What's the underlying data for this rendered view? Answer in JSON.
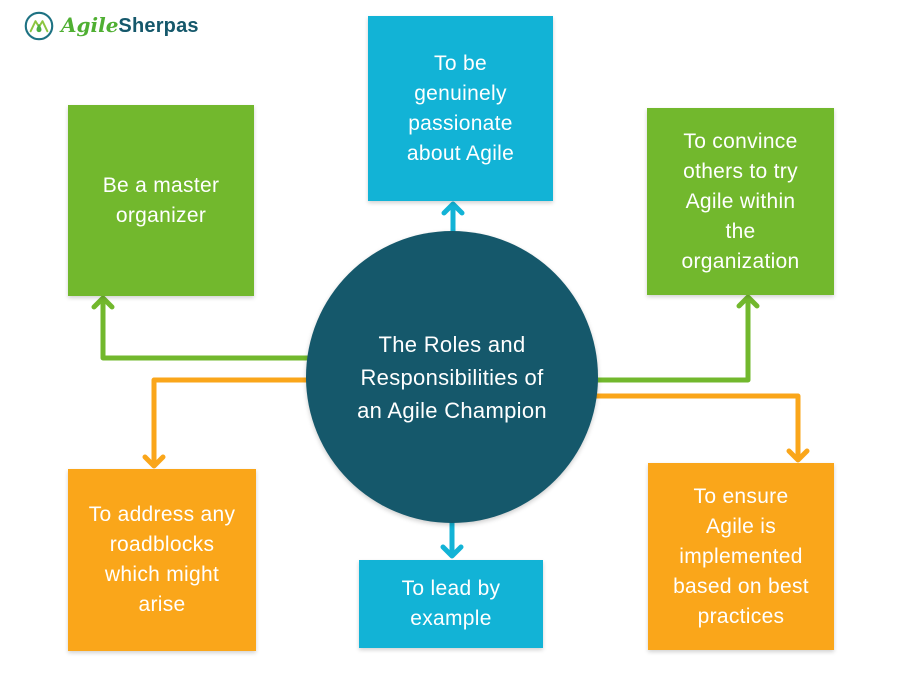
{
  "logo": {
    "agile": "Agile",
    "sherpas": "Sherpas",
    "mark": "mountain-droplet-icon"
  },
  "center": {
    "label": "The Roles and\nResponsibilities of\nan Agile Champion"
  },
  "nodes": {
    "top": {
      "label": "To be\ngenuinely\npassionate\nabout Agile",
      "color": "#12b3d6"
    },
    "left_green": {
      "label": "Be a master\norganizer",
      "color": "#72b82d"
    },
    "right_green": {
      "label": "To convince\nothers to try\nAgile within\nthe\norganization",
      "color": "#72b82d"
    },
    "left_orange": {
      "label": "To address any\nroadblocks\nwhich might\narise",
      "color": "#faa61a"
    },
    "right_orange": {
      "label": "To ensure\nAgile is\nimplemented\nbased on best\npractices",
      "color": "#faa61a"
    },
    "bottom": {
      "label": "To lead by\nexample",
      "color": "#12b3d6"
    }
  },
  "connections": [
    {
      "from": "center",
      "to": "top",
      "color": "#12b3d6",
      "shape": "straight-up"
    },
    {
      "from": "center",
      "to": "bottom",
      "color": "#12b3d6",
      "shape": "straight-down"
    },
    {
      "from": "center",
      "to": "left_green",
      "color": "#72b82d",
      "shape": "elbow-left-up"
    },
    {
      "from": "center",
      "to": "right_green",
      "color": "#72b82d",
      "shape": "elbow-right-up"
    },
    {
      "from": "center",
      "to": "left_orange",
      "color": "#faa61a",
      "shape": "elbow-left-down"
    },
    {
      "from": "center",
      "to": "right_orange",
      "color": "#faa61a",
      "shape": "elbow-right-down"
    }
  ],
  "colors": {
    "teal": "#15586b",
    "cyan": "#12b3d6",
    "green": "#72b82d",
    "orange": "#faa61a",
    "background": "#ffffff",
    "text": "#ffffff"
  }
}
